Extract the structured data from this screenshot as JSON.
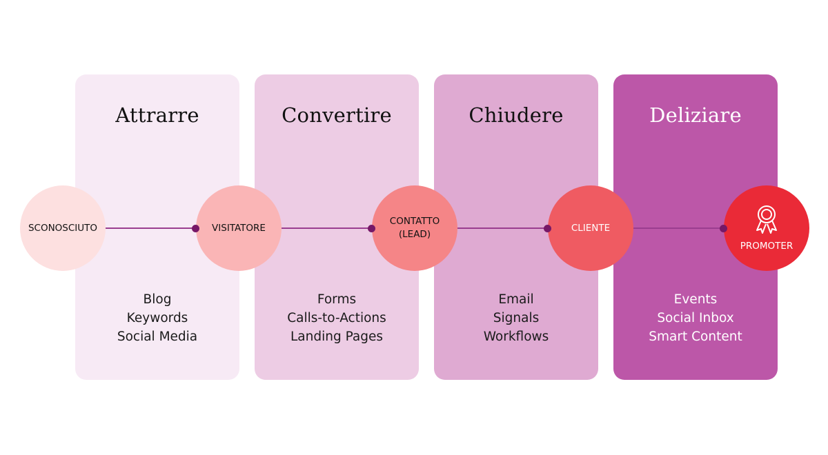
{
  "stages": [
    {
      "title": "Attrarre",
      "items": [
        "Blog",
        "Keywords",
        "Social Media"
      ],
      "color": "#f7eaf5"
    },
    {
      "title": "Convertire",
      "items": [
        "Forms",
        "Calls-to-Actions",
        "Landing Pages"
      ],
      "color": "#edcce4"
    },
    {
      "title": "Chiudere",
      "items": [
        "Email",
        "Signals",
        "Workflows"
      ],
      "color": "#dfaad2"
    },
    {
      "title": "Deliziare",
      "items": [
        "Events",
        "Social Inbox",
        "Smart Content"
      ],
      "color": "#bc57a8"
    }
  ],
  "nodes": [
    {
      "label": "SCONOSCIUTO",
      "color": "#fde0e0"
    },
    {
      "label": "VISITATORE",
      "color": "#fab5b6"
    },
    {
      "label": "CONTATTO\n(LEAD)",
      "color": "#f58587"
    },
    {
      "label": "CLIENTE",
      "color": "#ef5b62"
    },
    {
      "label": "PROMOTER",
      "color": "#ea2a37",
      "icon": "award-ribbon-icon"
    }
  ],
  "connector_color": "#761867"
}
